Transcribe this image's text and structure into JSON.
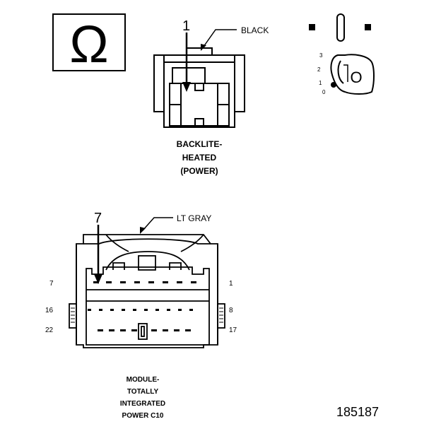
{
  "ohm_symbol": "Ω",
  "connector_top": {
    "pin_callout": "1",
    "color_label": "BLACK",
    "name_lines": [
      "BACKLITE-",
      "HEATED",
      "(POWER)"
    ]
  },
  "ignition": {
    "positions": [
      "3",
      "2",
      "1",
      "0"
    ],
    "key_letter": "O"
  },
  "connector_bottom": {
    "pin_callout": "7",
    "color_label": "LT GRAY",
    "left_pin_numbers": [
      "7",
      "16",
      "22"
    ],
    "right_pin_numbers": [
      "1",
      "8",
      "17"
    ],
    "name_lines": [
      "MODULE-",
      "TOTALLY",
      "INTEGRATED",
      "POWER C10"
    ]
  },
  "figure_number": "185187"
}
